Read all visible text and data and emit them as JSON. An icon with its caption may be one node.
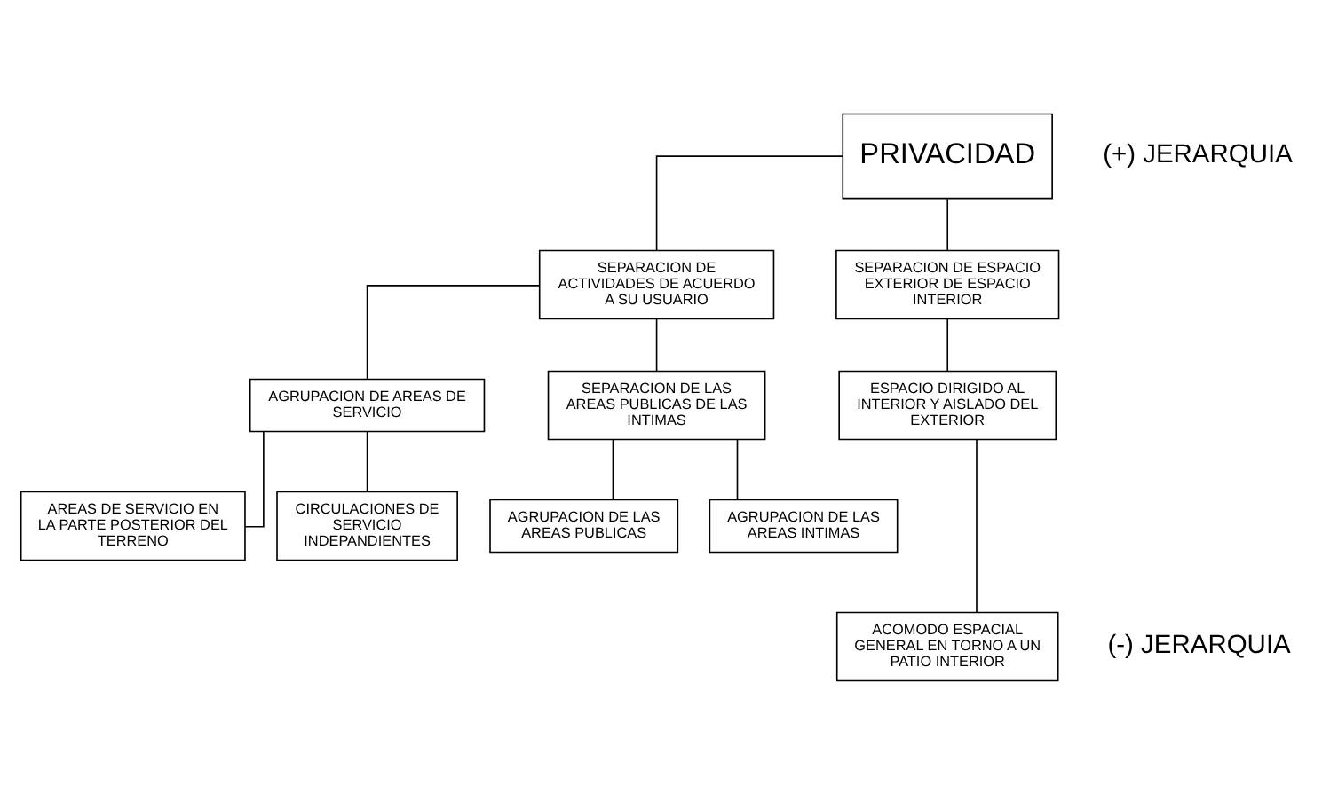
{
  "diagram": {
    "nodes": [
      {
        "text": [
          "PRIVACIDAD"
        ]
      },
      {
        "text": [
          "SEPARACION DE ACTIVIDADES DE ACUERDO A SU USUARIO"
        ]
      },
      {
        "text": [
          "SEPARACION DE ESPACIO EXTERIOR DE ESPACIO INTERIOR"
        ]
      },
      {
        "text": [
          "AGRUPACION DE AREAS DE SERVICIO"
        ]
      },
      {
        "text": [
          "SEPARACION DE LAS AREAS PUBLICAS DE LAS INTIMAS"
        ]
      },
      {
        "text": [
          "ESPACIO DIRIGIDO AL INTERIOR Y AISLADO DEL EXTERIOR"
        ]
      },
      {
        "text": [
          "AREAS DE SERVICIO EN LA PARTE POSTERIOR DEL TERRENO"
        ]
      },
      {
        "text": [
          "CIRCULACIONES DE SERVICIO INDEPANDIENTES"
        ]
      },
      {
        "text": [
          "AGRUPACION DE LAS AREAS PUBLICAS"
        ]
      },
      {
        "text": [
          "AGRUPACION DE LAS AREAS INTIMAS"
        ]
      },
      {
        "text": [
          "ACOMODO ESPACIAL GENERAL EN TORNO A UN PATIO INTERIOR"
        ]
      }
    ],
    "edges": [
      {
        "from": 0,
        "to": 1,
        "arrow": "none"
      },
      {
        "from": 0,
        "to": 2,
        "arrow": "none"
      },
      {
        "from": 1,
        "to": 3,
        "arrow": "none"
      },
      {
        "from": 1,
        "to": 4,
        "arrow": "none"
      },
      {
        "from": 2,
        "to": 5,
        "arrow": "none"
      },
      {
        "from": 3,
        "to": 6,
        "arrow": "none"
      },
      {
        "from": 3,
        "to": 7,
        "arrow": "none"
      },
      {
        "from": 4,
        "to": 8,
        "arrow": "none"
      },
      {
        "from": 4,
        "to": 9,
        "arrow": "none"
      },
      {
        "from": 5,
        "to": 10,
        "arrow": "none"
      }
    ],
    "labels": [
      "(+) JERARQUIA",
      "(-) JERARQUIA"
    ]
  }
}
